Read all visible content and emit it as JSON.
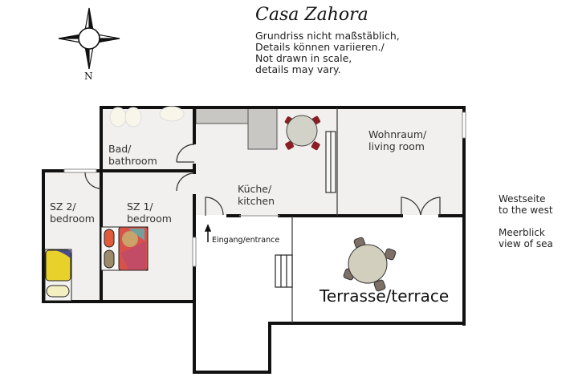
{
  "header": {
    "title": "Casa Zahora",
    "disclaimer": [
      "Grundriss nicht maßstäblich,",
      "Details können variieren./",
      "Not drawn in scale,",
      "details may vary."
    ]
  },
  "compass": {
    "icon": "compass-rose-icon",
    "direction_label": "N"
  },
  "rooms": {
    "bathroom": {
      "line1": "Bad/",
      "line2": "bathroom"
    },
    "kitchen": {
      "line1": "Küche/",
      "line2": "kitchen"
    },
    "living_room": {
      "line1": "Wohnraum/",
      "line2": "living room"
    },
    "bedroom2": {
      "line1": "SZ 2/",
      "line2": "bedroom"
    },
    "bedroom1": {
      "line1": "SZ 1/",
      "line2": "bedroom"
    },
    "terrace": {
      "label": "Terrasse/terrace"
    },
    "entrance": {
      "label": "Eingang/entrance",
      "icon": "arrow-up-icon"
    }
  },
  "side_notes": {
    "west": {
      "line1": "Westseite",
      "line2": "to the west"
    },
    "sea": {
      "line1": "Meerblick",
      "line2": "view of sea"
    }
  },
  "colors": {
    "wall": "#111111",
    "floor": "#f1f0ee",
    "counter": "#c8c6c2",
    "kitchen_chair": "#8a1e22",
    "terrace_chair": "#7d6f66",
    "table": "#cfcdc0",
    "bed_single": "#e8d12a",
    "bed_pillow": "#f3efc0"
  }
}
